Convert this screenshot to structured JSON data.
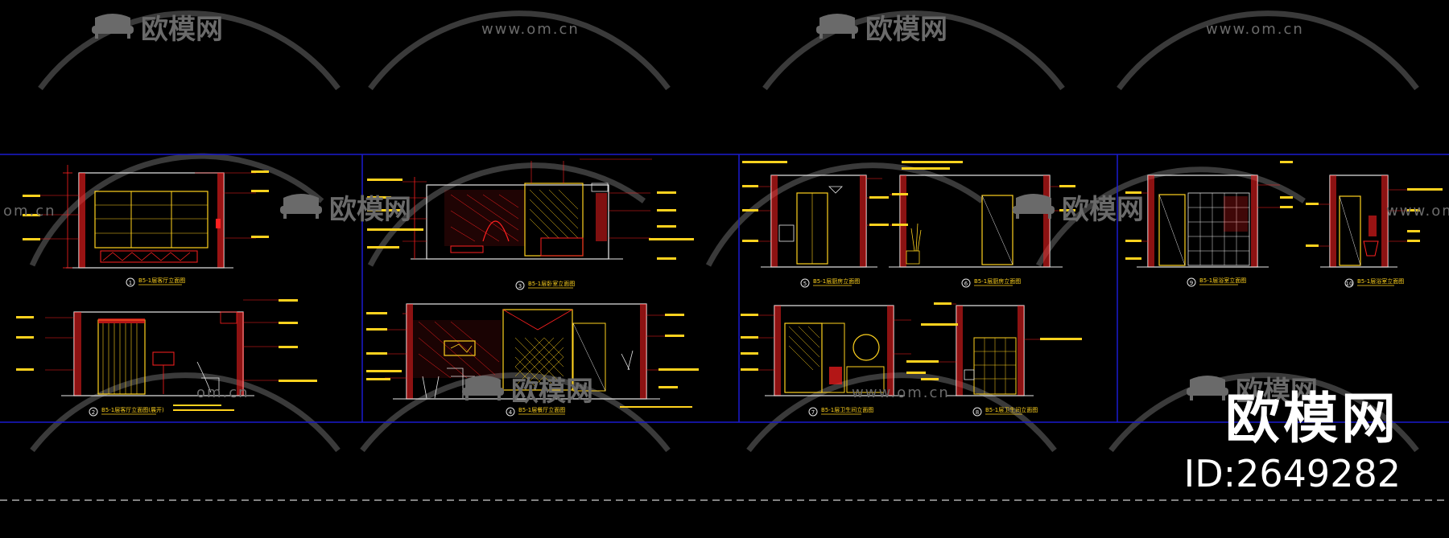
{
  "watermark": {
    "brand": "欧模网",
    "url": "www.om.cn",
    "url_partial": "om.cn",
    "id_label": "ID:2649282"
  },
  "drawings": [
    {
      "num": "1",
      "title": "B5-1层客厅立面图"
    },
    {
      "num": "2",
      "title": "B5-1层客厅立面图(展开)"
    },
    {
      "num": "3",
      "title": "B5-1层卧室立面图"
    },
    {
      "num": "4",
      "title": "B5-1层餐厅立面图"
    },
    {
      "num": "5",
      "title": "B5-1层厨房立面图"
    },
    {
      "num": "6",
      "title": "B5-1层厨房立面图"
    },
    {
      "num": "7",
      "title": "B5-1层卫生间立面图"
    },
    {
      "num": "8",
      "title": "B5-1层卫生间立面图"
    },
    {
      "num": "9",
      "title": "B5-1层浴室立面图"
    },
    {
      "num": "10",
      "title": "B5-1层浴室立面图"
    }
  ],
  "colors": {
    "background": "#000000",
    "frame": "#1a1ad0",
    "line_red": "#ff2020",
    "line_yellow": "#ffd21e",
    "line_white": "#e8e8e8",
    "watermark": "#6a6a6a",
    "dash": "#cfcfcf"
  }
}
